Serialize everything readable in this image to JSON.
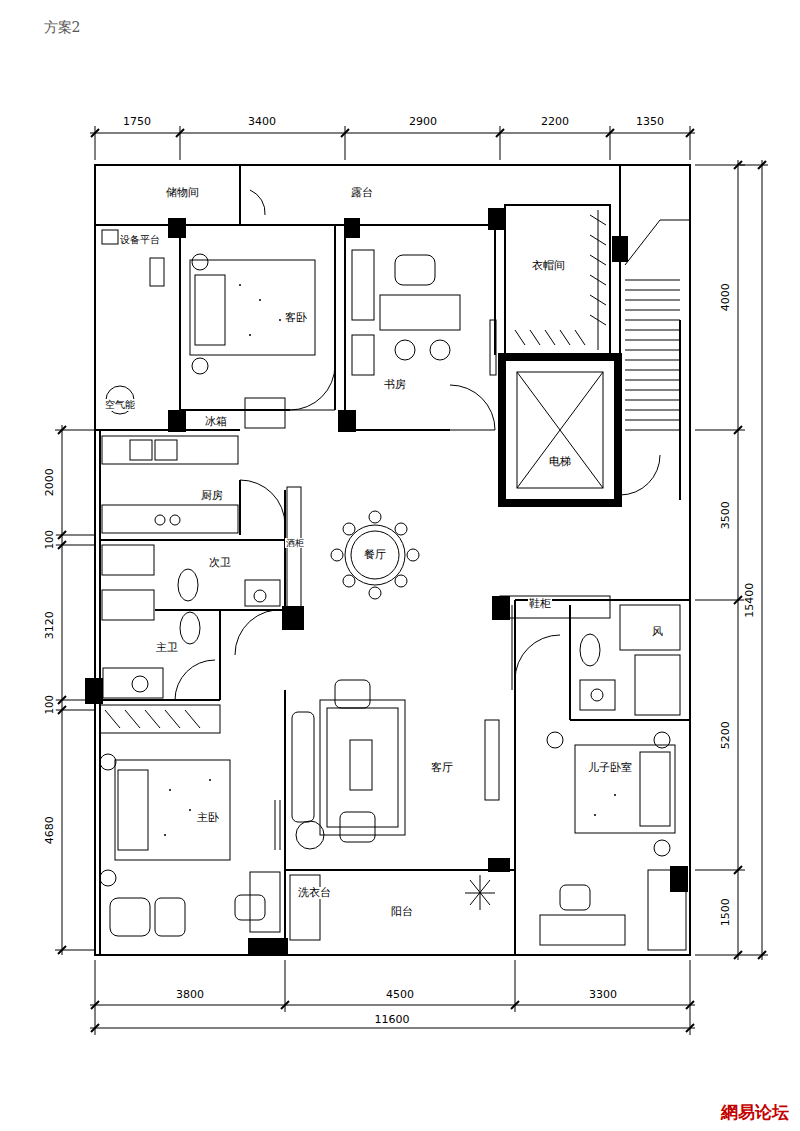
{
  "diagram": {
    "title": "方案2",
    "labels": [
      "1750",
      "3400",
      "2900",
      "2200",
      "1350",
      "4000",
      "3500",
      "15400",
      "5200",
      "1500",
      "2000",
      "100",
      "3120",
      "100",
      "4680",
      "储物间",
      "露台",
      "设备平台",
      "客卧",
      "书房",
      "衣帽间",
      "空气能",
      "冰箱",
      "厨房",
      "电梯",
      "餐厅",
      "酒柜",
      "次卫",
      "主卫",
      "鞋柜",
      "风",
      "客厅",
      "儿子卧室",
      "主卧",
      "洗衣台",
      "阳台",
      "3800",
      "4500",
      "3300",
      "11600",
      "網易论坛"
    ]
  }
}
